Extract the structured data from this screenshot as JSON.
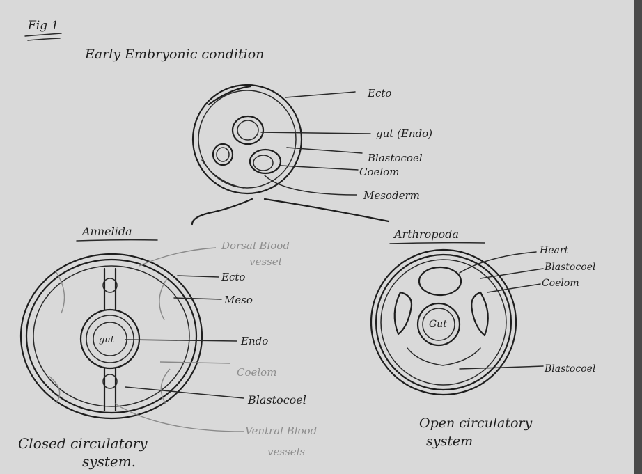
{
  "header": {
    "fig_label": "Fig 1",
    "title": "Early Embryonic condition"
  },
  "top_labels": {
    "ecto": "Ecto",
    "gut": "gut (Endo)",
    "blastocoel": "Blastocoel",
    "coelom": "Coelom",
    "mesoderm": "Mesoderm"
  },
  "annelida": {
    "heading": "Annelida",
    "dorsal_vessel": [
      "Dorsal Blood",
      "vessel"
    ],
    "ecto": "Ecto",
    "meso": "Meso",
    "endo": "Endo",
    "gut": "gut",
    "coelom": "Coelom",
    "blastocoel": "Blastocoel",
    "ventral_vessel": [
      "Ventral Blood",
      "vessels"
    ],
    "caption": [
      "Closed circulatory",
      "system."
    ]
  },
  "arthropoda": {
    "heading": "Arthropoda",
    "heart": "Heart",
    "blastocoel_top": "Blastocoel",
    "coelom": "Coelom",
    "gut": "Gut",
    "blastocoel_bottom": "Blastocoel",
    "caption": [
      "Open circulatory",
      "system"
    ]
  },
  "colors": {
    "paper": "#d9d9d9",
    "ink": "#1e1e1e",
    "faint_ink": "#8d8d8d"
  }
}
